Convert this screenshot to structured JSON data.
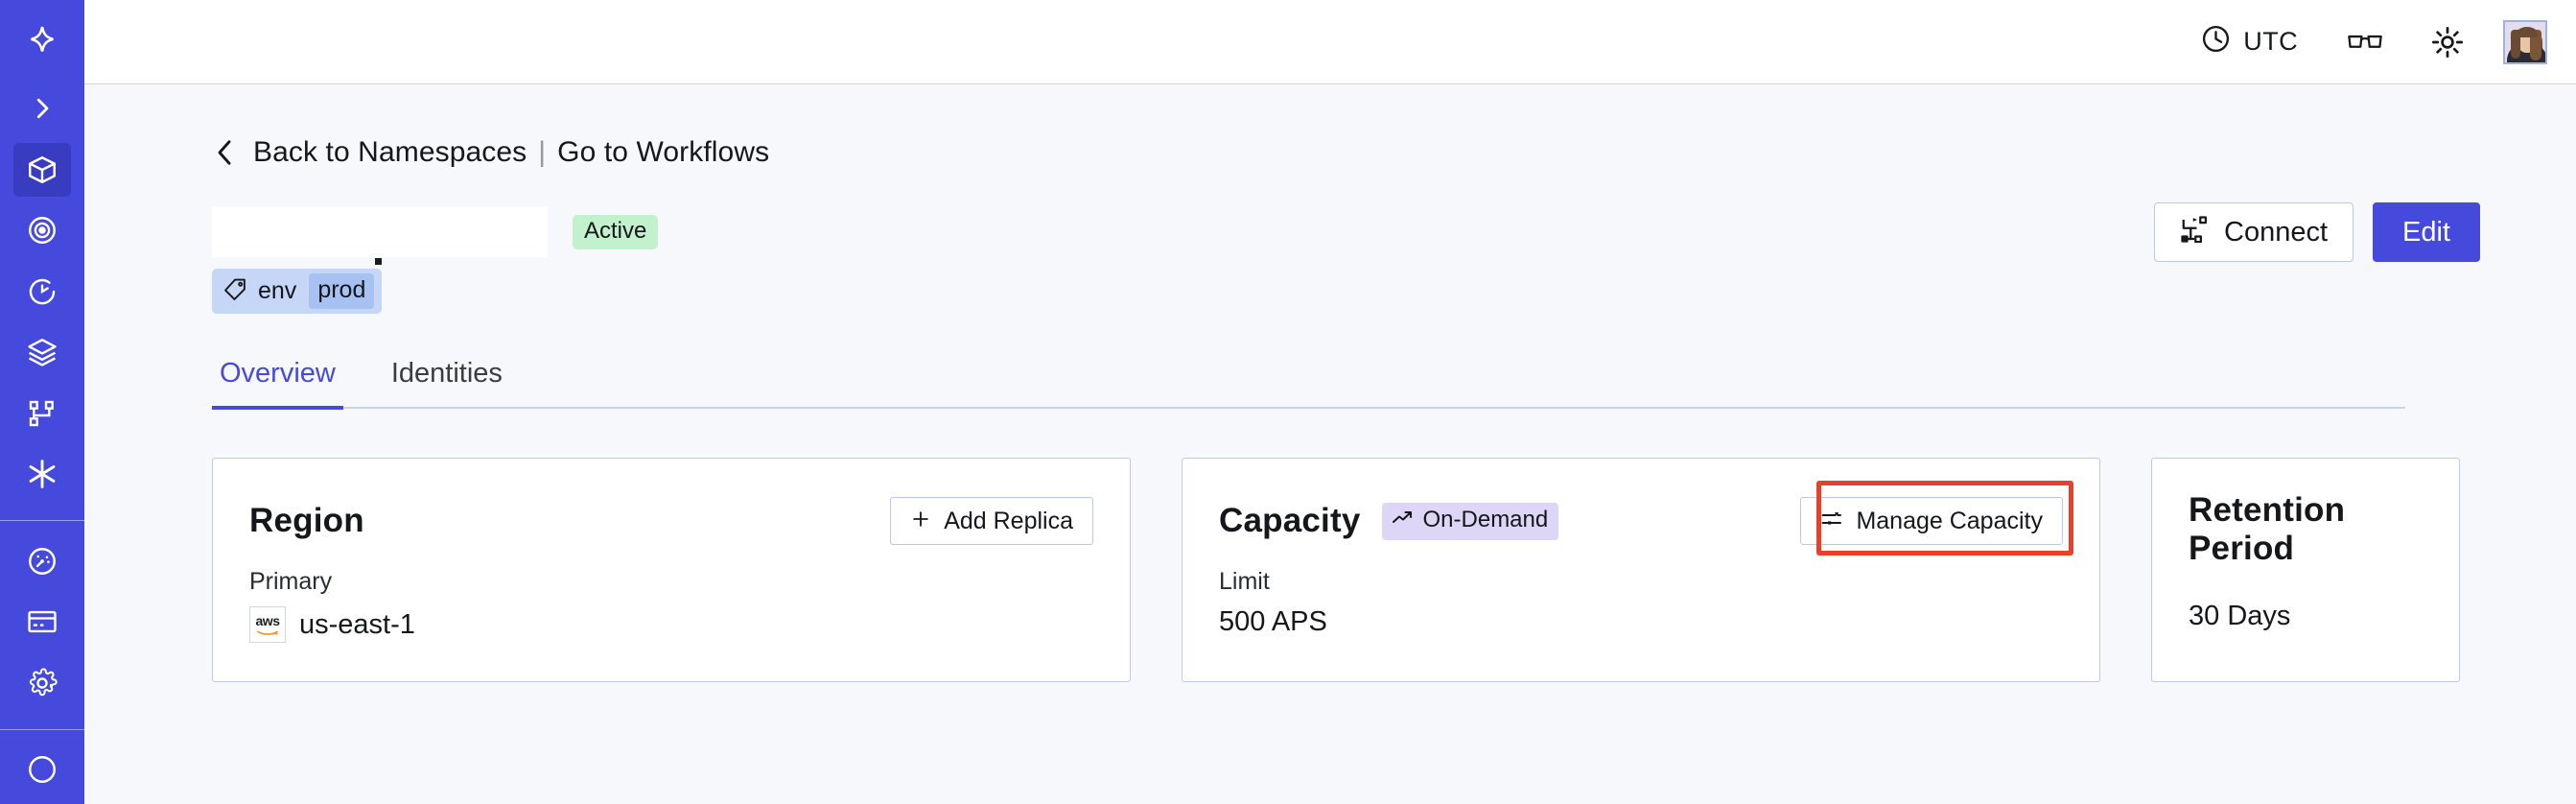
{
  "sidebar": {
    "logo_icon": "temporal-star-logo",
    "items": [
      {
        "icon": "chevron-right-icon",
        "name": "expand-sidebar"
      },
      {
        "icon": "cube-icon",
        "name": "namespaces",
        "active": true
      },
      {
        "icon": "spiral-eye-icon",
        "name": "observability",
        "active": false
      },
      {
        "icon": "timer-icon",
        "name": "schedules",
        "active": false
      },
      {
        "icon": "layers-icon",
        "name": "batch-jobs",
        "active": false
      },
      {
        "icon": "git-branch-icon",
        "name": "workflows",
        "active": false
      },
      {
        "icon": "asterisk-icon",
        "name": "nexus",
        "active": false
      }
    ],
    "bottom_items": [
      {
        "icon": "gauge-icon",
        "name": "usage"
      },
      {
        "icon": "credit-card-icon",
        "name": "billing"
      },
      {
        "icon": "gear-icon",
        "name": "settings"
      }
    ]
  },
  "topbar": {
    "timezone": "UTC",
    "clock_icon": "clock-icon",
    "glasses_icon": "glasses-icon",
    "brightness_icon": "sun-icon",
    "avatar_alt": "user-avatar"
  },
  "breadcrumb": {
    "back_icon": "chevron-left-icon",
    "back_label": "Back to Namespaces",
    "separator": "|",
    "forward_label": "Go to Workflows"
  },
  "header": {
    "title": "",
    "status_badge": "Active",
    "tag": {
      "icon": "tag-icon",
      "key": "env",
      "value": "prod"
    },
    "connect_label": "Connect",
    "connect_icon": "connect-flow-icon",
    "edit_label": "Edit"
  },
  "tabs": [
    {
      "label": "Overview",
      "active": true
    },
    {
      "label": "Identities",
      "active": false
    }
  ],
  "cards": {
    "region": {
      "title": "Region",
      "action_label": "Add Replica",
      "action_icon": "plus-icon",
      "label": "Primary",
      "provider_icon": "aws-logo",
      "value": "us-east-1"
    },
    "capacity": {
      "title": "Capacity",
      "badge": "On-Demand",
      "badge_icon": "trending-up-icon",
      "action_label": "Manage Capacity",
      "action_icon": "sliders-icon",
      "label": "Limit",
      "value": "500 APS",
      "annotation_color": "#E8412A"
    },
    "retention": {
      "title": "Retention Period",
      "value": "30 Days"
    }
  },
  "colors": {
    "sidebar_blue": "#4549DC",
    "accent": "#4549DC",
    "page_bg": "#F7F8FB",
    "active_badge": "#C3F0CD",
    "tag_bg": "#C5D6F7",
    "ondemand_bg": "#DED6F7",
    "annotation": "#E8412A"
  }
}
